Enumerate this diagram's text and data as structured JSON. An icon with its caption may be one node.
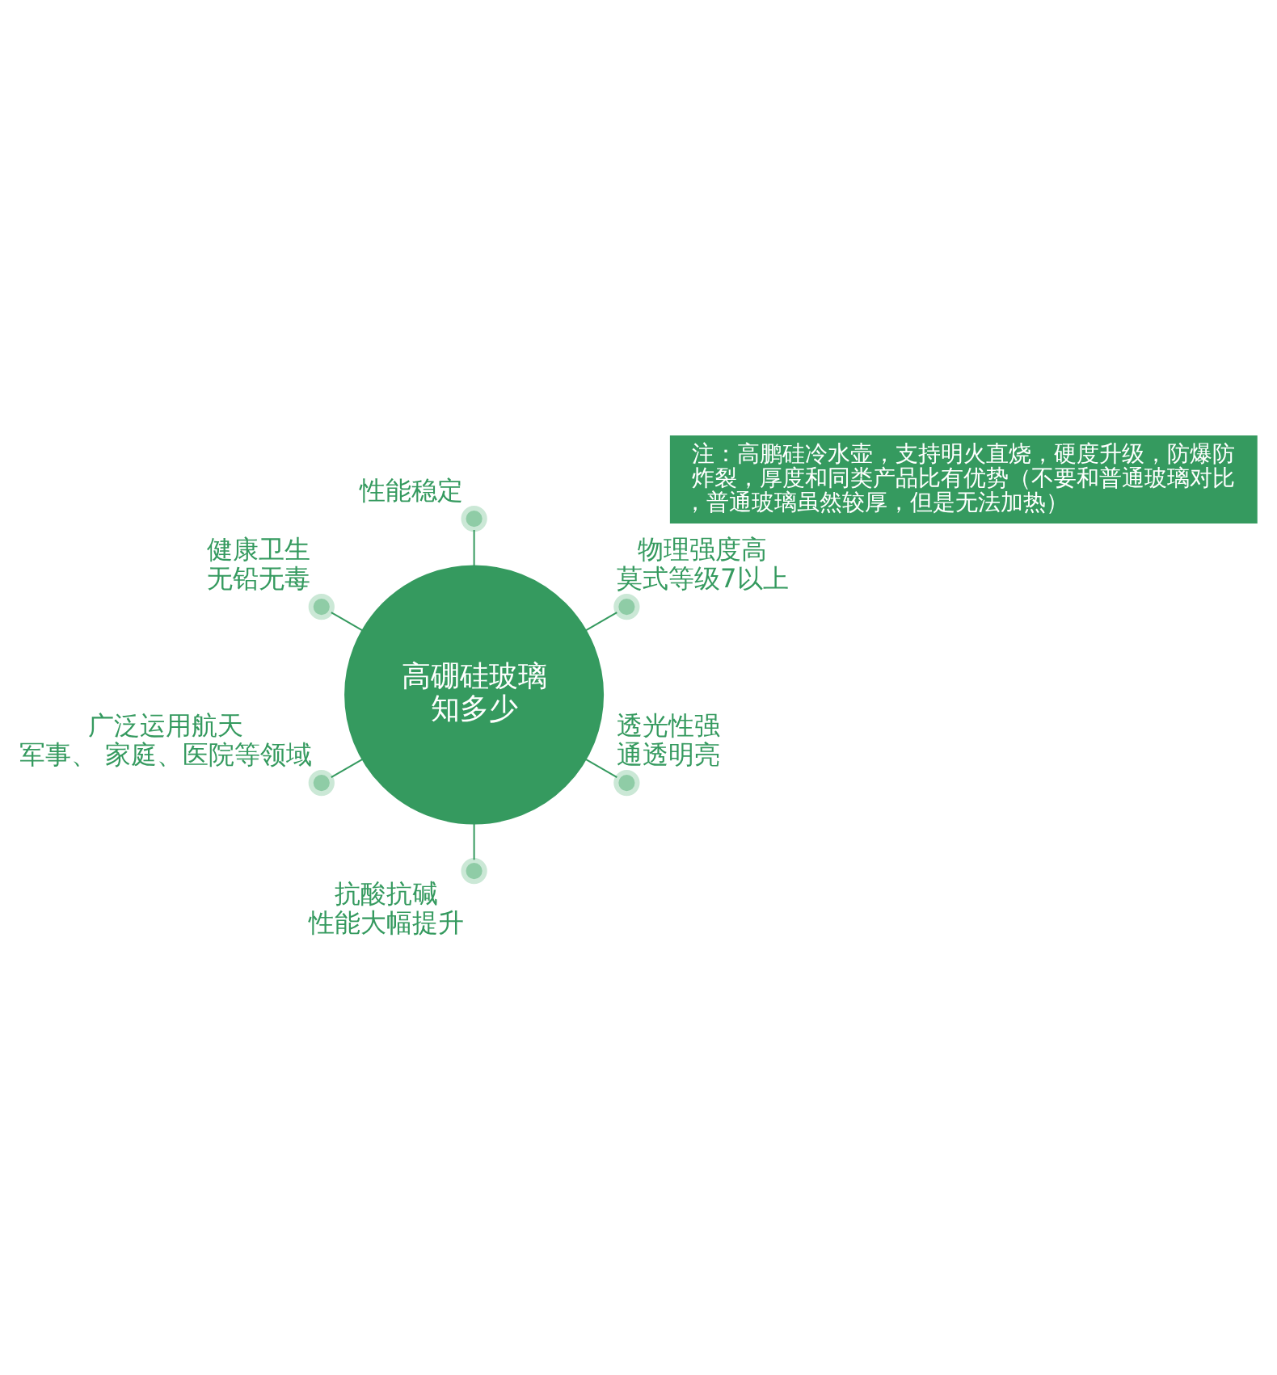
{
  "diagram": {
    "nodes": [
      {
        "text": [
          "高硼硅玻璃知多少"
        ]
      },
      {
        "text": [],
        "shape": "circle",
        "beside": [
          "物理强度高",
          "莫式等级7以上"
        ]
      },
      {
        "text": [],
        "shape": "circle",
        "beside": [
          "性能稳定"
        ]
      },
      {
        "text": [],
        "shape": "circle",
        "beside": [
          "健康卫生",
          "无铅无毒"
        ]
      },
      {
        "text": [],
        "shape": "circle",
        "beside": [
          "广泛运用航天",
          "军事、 家庭、医院等领域"
        ]
      },
      {
        "text": [],
        "shape": "circle",
        "beside": [
          "抗酸抗碱",
          "性能大幅提升"
        ]
      },
      {
        "text": [],
        "shape": "circle",
        "beside": [
          "透光性强",
          "通透明亮"
        ]
      }
    ],
    "edges": [
      {
        "from": 0,
        "to": 1,
        "arrow": "none"
      },
      {
        "from": 0,
        "to": 2,
        "arrow": "none"
      },
      {
        "from": 0,
        "to": 3,
        "arrow": "none"
      },
      {
        "from": 0,
        "to": 4,
        "arrow": "none"
      },
      {
        "from": 0,
        "to": 5,
        "arrow": "none"
      },
      {
        "from": 0,
        "to": 6,
        "arrow": "none"
      }
    ],
    "labels": [
      "注：高鹏硅冷水壶，支持明火直烧，硬度升级，防爆防炸裂，厚度和同类产品比有优势（不要和普通玻璃对比，普通玻璃虽然较厚，但是无法加热）"
    ]
  }
}
